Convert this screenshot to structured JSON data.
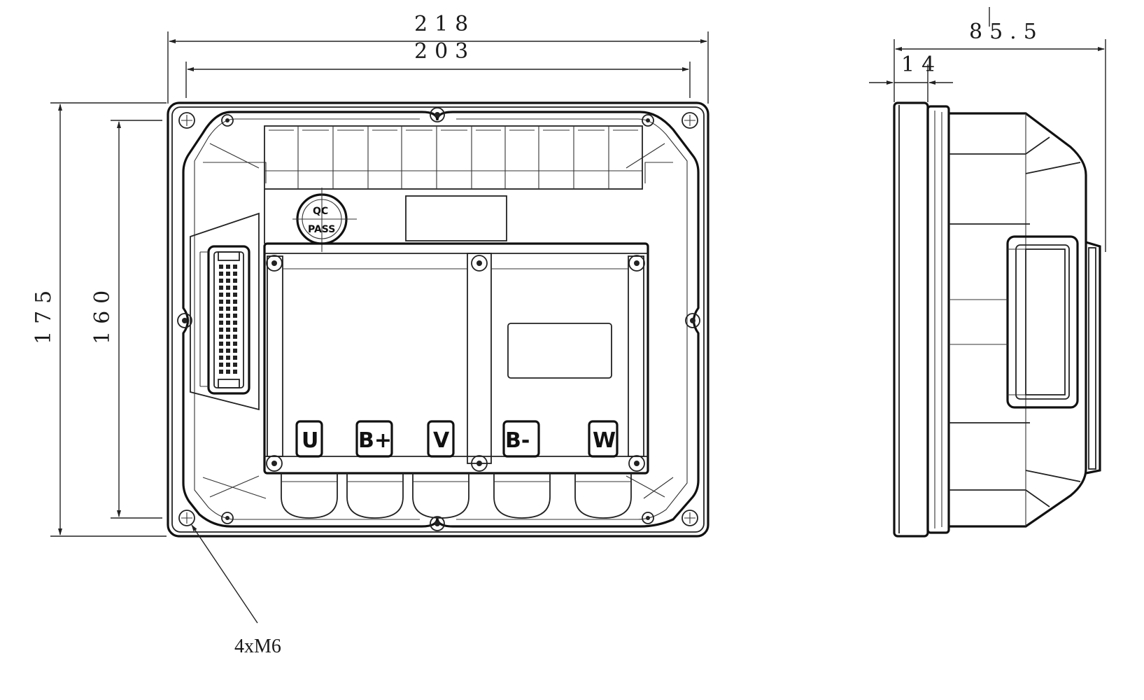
{
  "front_view": {
    "dim_overall_width": "218",
    "dim_hole_width": "203",
    "dim_overall_height": "175",
    "dim_hole_height": "160",
    "mount_callout": "4xM6",
    "terminals": [
      "U",
      "B+",
      "V",
      "B-",
      "W"
    ],
    "cert_mark_top": "QC",
    "cert_mark_bottom": "PASS"
  },
  "side_view": {
    "dim_depth": "85.5",
    "dim_flange": "14"
  }
}
